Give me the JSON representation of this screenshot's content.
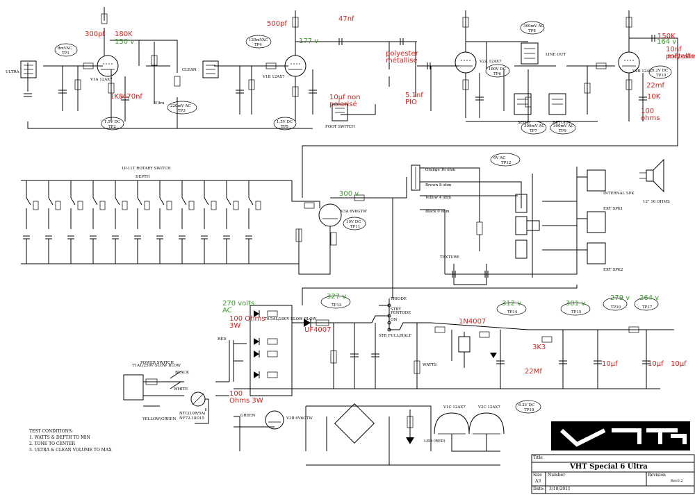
{
  "title_block": {
    "title_label": "Title",
    "title": "VHT Special 6 Ultra",
    "size_label": "Size",
    "size": "A3",
    "number_label": "Number",
    "revision_label": "Revision",
    "revision": "Rev0.2",
    "date_label": "Date:",
    "date": "3/10/2011"
  },
  "test_conditions": {
    "heading": "TEST CONDITIONS:",
    "items": [
      "1. WATTS & DEPTH TO MIN",
      "2. TONE TO CENTER",
      "3. ULTRA & CLEAN VOLUME TO MAX"
    ]
  },
  "annotations_red": [
    "300pf",
    "180K",
    "470nf",
    "1K8",
    "500pf",
    "47nf",
    "polyester",
    "métallisé",
    "10µf non",
    "polarisé",
    "5.1nf",
    "PIO",
    "150K",
    "10nf",
    "polyester",
    "métallisé",
    "22mf",
    "10K",
    "100",
    "ohms",
    "100 Ohms",
    "3W",
    "UF4007",
    "100",
    "Ohms 3W",
    "1N4007",
    "3K3",
    "22Mf",
    "10µf",
    "10µf",
    "10µf"
  ],
  "annotations_green": [
    "150 v",
    "177 v",
    "164 v",
    "300 v",
    "270 volts",
    "AC",
    "327 v",
    "312 v",
    "301 v",
    "279 v",
    "264 v"
  ],
  "test_points": [
    {
      "id": "TP1",
      "value": "8mVAC"
    },
    {
      "id": "TP2",
      "value": "1.5V DC"
    },
    {
      "id": "TP3",
      "value": "220mV AC"
    },
    {
      "id": "TP4",
      "value": "120mVAC"
    },
    {
      "id": "TP5",
      "value": "1.5V DC"
    },
    {
      "id": "TP6",
      "value": "180V DC"
    },
    {
      "id": "TP7",
      "value": "300mV AC"
    },
    {
      "id": "TP8",
      "value": "300mV AC"
    },
    {
      "id": "TP9",
      "value": "300mV AC"
    },
    {
      "id": "TP10",
      "value": "1.2V DC"
    },
    {
      "id": "TP11",
      "value": "19V DC"
    },
    {
      "id": "TP12",
      "value": "6V AC"
    },
    {
      "id": "TP13",
      "value": ""
    },
    {
      "id": "TP14",
      "value": ""
    },
    {
      "id": "TP15",
      "value": ""
    },
    {
      "id": "TP16",
      "value": ""
    },
    {
      "id": "TP17",
      "value": ""
    },
    {
      "id": "TP18",
      "value": "6.2V DC"
    }
  ],
  "labels": {
    "rotary": "1P-11T ROTARY SWITCH",
    "depth": "DEPTH",
    "ultra": "ULTRA",
    "ultra_big": "Ultra",
    "clean": "CLEAN",
    "foot_switch": "FOOT SWITCH",
    "line_out": "LINE OUT",
    "send": "SEND",
    "return": "RETURN",
    "internal_spk": "INTERNAL SPK",
    "ext_spk1": "EXT SPK1",
    "ext_spk2": "EXT SPK2",
    "speaker": "12\" 16 OHMS",
    "texture": "TEXTURE",
    "watts": "WATTS",
    "power_switch": "POWER SWITCH",
    "fuse1": "T1AL/250V SLOW BLOW",
    "fuse3": "T0.5AL/250V SLOW BLOW",
    "orange": "Orange 16 ohm",
    "brown": "Brown 8 ohm",
    "yellow": "Yellow 4 ohm",
    "black": "Black 0 ohm",
    "triode": "TRIODE",
    "stby": "STBY",
    "pentode": "PENTODE",
    "on": "ON",
    "str_full_half": "STR FULL/HALF",
    "black_w": "BLACK",
    "white_w": "WHITE",
    "red_w": "RED",
    "green_w": "GREEN",
    "yellow_green": "YELLOW/GREEN",
    "led": "LED (RED)",
    "ntc": "NTC(10R/5A)",
    "ntc2": "NF72-10D15"
  },
  "tubes": [
    "V1A 12AX7",
    "V1B 12AX7",
    "V2A 12AX7",
    "V2B 12AX7",
    "V3A 6V6GTW",
    "V3B 6V6GTW",
    "V1C 12AX7",
    "V2C 12AX7"
  ],
  "logo_text": "VHT"
}
